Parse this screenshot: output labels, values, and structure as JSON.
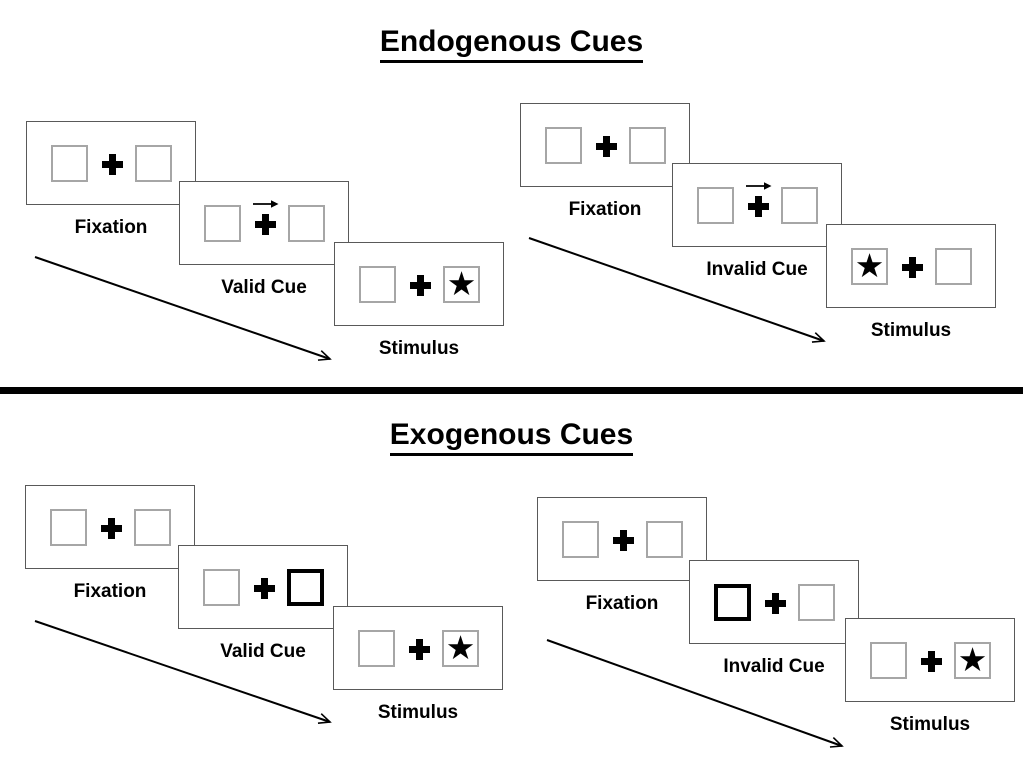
{
  "sections": [
    {
      "title": "Endogenous Cues",
      "sequences": [
        {
          "name": "valid",
          "panels": [
            {
              "label": "Fixation",
              "left": "plain",
              "right": "plain",
              "cue_arrow": false
            },
            {
              "label": "Valid Cue",
              "left": "plain",
              "right": "plain",
              "cue_arrow": true
            },
            {
              "label": "Stimulus",
              "left": "plain",
              "right": "star",
              "cue_arrow": false
            }
          ]
        },
        {
          "name": "invalid",
          "panels": [
            {
              "label": "Fixation",
              "left": "plain",
              "right": "plain",
              "cue_arrow": false
            },
            {
              "label": "Invalid Cue",
              "left": "plain",
              "right": "plain",
              "cue_arrow": true
            },
            {
              "label": "Stimulus",
              "left": "star",
              "right": "plain",
              "cue_arrow": false
            }
          ]
        }
      ]
    },
    {
      "title": "Exogenous Cues",
      "sequences": [
        {
          "name": "valid",
          "panels": [
            {
              "label": "Fixation",
              "left": "plain",
              "right": "plain",
              "cue_arrow": false
            },
            {
              "label": "Valid Cue",
              "left": "plain",
              "right": "bold",
              "cue_arrow": false
            },
            {
              "label": "Stimulus",
              "left": "plain",
              "right": "star",
              "cue_arrow": false
            }
          ]
        },
        {
          "name": "invalid",
          "panels": [
            {
              "label": "Fixation",
              "left": "plain",
              "right": "plain",
              "cue_arrow": false
            },
            {
              "label": "Invalid Cue",
              "left": "bold",
              "right": "plain",
              "cue_arrow": false
            },
            {
              "label": "Stimulus",
              "left": "plain",
              "right": "star",
              "cue_arrow": false
            }
          ]
        }
      ]
    }
  ],
  "glyphs": {
    "star": "★"
  },
  "colors": {
    "panel_border": "#595959",
    "square_border": "#a6a6a6",
    "ink": "#000000"
  }
}
